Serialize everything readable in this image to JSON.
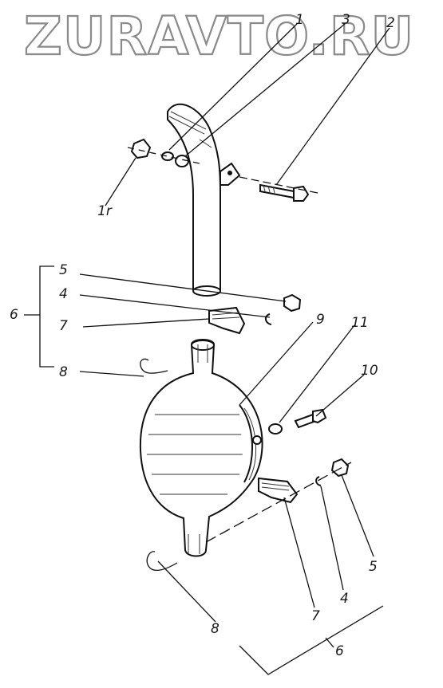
{
  "watermark": "ZURAVTO.RU",
  "callouts": {
    "top_1": "1",
    "top_3": "3",
    "top_2": "2",
    "nut_top": "1r",
    "left_5": "5",
    "left_4": "4",
    "left_6": "6",
    "left_7": "7",
    "left_8": "8",
    "right_9": "9",
    "right_11": "11",
    "right_10": "10",
    "bottom_5": "5",
    "bottom_4": "4",
    "bottom_7": "7",
    "bottom_8": "8",
    "bottom_6": "6"
  },
  "colors": {
    "ink": "#111111",
    "watermark_stroke": "#8a8a8a",
    "background": "#ffffff"
  }
}
